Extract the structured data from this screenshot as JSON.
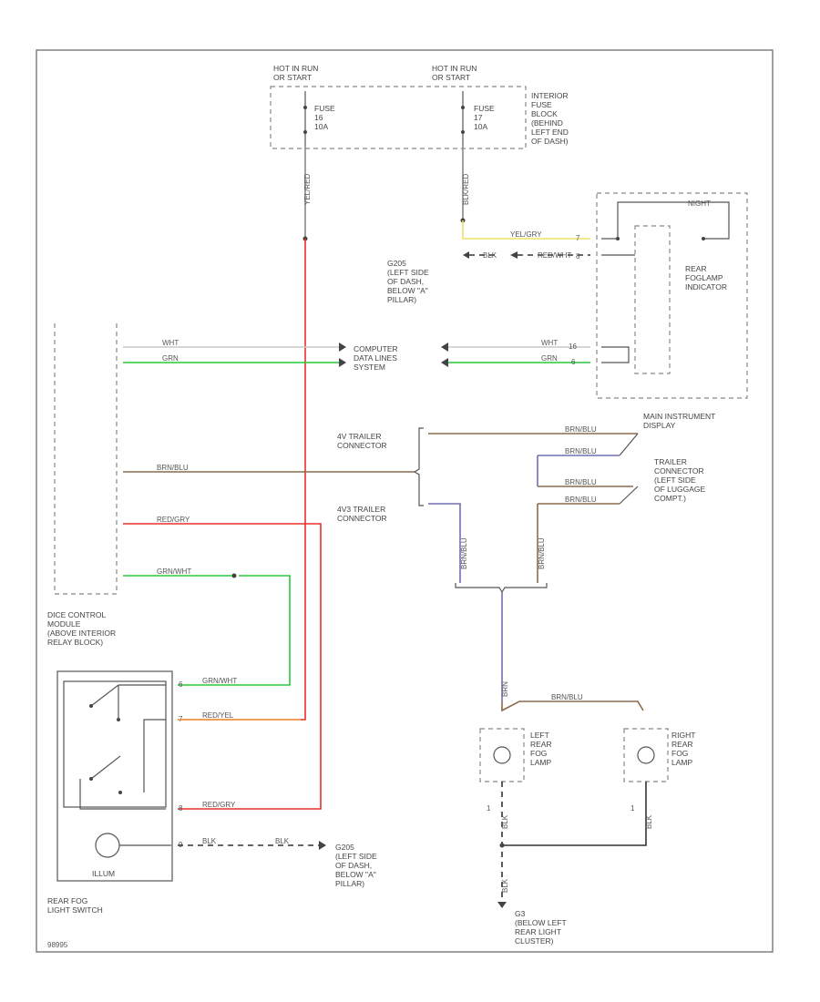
{
  "colors": {
    "red": "#e8302a",
    "green": "#28c83c",
    "yellow": "#f0e060",
    "orange": "#f0a040",
    "white_wire": "#c8c8c8",
    "brown": "#8b6a4a",
    "violet": "#7070b0",
    "black": "#333333"
  },
  "labels": {
    "hot1": "HOT IN RUN\nOR START",
    "hot2": "HOT IN RUN\nOR START",
    "fuse1": "FUSE\n16\n10A",
    "fuse2": "FUSE\n17\n10A",
    "fuse_block": "INTERIOR\nFUSE\nBLOCK\n(BEHIND\nLEFT END\nOF DASH)",
    "g_upper": "G205\n(LEFT SIDE\nOF DASH,\nBELOW \"A\"\nPILLAR)",
    "g_lower": "G205\n(LEFT SIDE\nOF DASH,\nBELOW \"A\"\nPILLAR)",
    "g_rear": "G3\n(BELOW LEFT\nREAR LIGHT\nCLUSTER)",
    "rear_foglamp_indicator": "REAR\nFOGLAMP\nINDICATOR",
    "main_instrument_display": "MAIN INSTRUMENT\nDISPLAY",
    "computer_data_lines": "COMPUTER\nDATA LINES\nSYSTEM",
    "trailer_conn_a": "4V TRAILER\nCONNECTOR",
    "trailer_conn_b": "4V3 TRAILER\nCONNECTOR",
    "trailer_conn_right": "TRAILER\nCONNECTOR\n(LEFT SIDE\nOF LUGGAGE\nCOMPT.)",
    "dice": "DICE CONTROL\nMODULE\n(ABOVE INTERIOR\nRELAY BLOCK)",
    "rear_fog_switch": "REAR FOG\nLIGHT SWITCH",
    "illum": "ILLUM",
    "left_rear_fog": "LEFT\nREAR\nFOG\nLAMP",
    "right_rear_fog": "RIGHT\nREAR\nFOG\nLAMP",
    "footer_code": "98995"
  },
  "wire_labels": {
    "w_top_a": "YEL/RED",
    "w_top_b": "BLK/RED",
    "w_yel_gry": "YEL/GRY",
    "w_blk": "BLK",
    "w_red_wht": "RED/WHT",
    "w_wht": "WHT",
    "w_grn": "GRN",
    "w_wht2": "WHT",
    "w_grn2": "GRN",
    "w_brn_blu": "BRN/BLU",
    "w_red_gry": "RED/GRY",
    "w_grn_wht": "GRN/WHT",
    "w_grn_wht2": "GRN/WHT",
    "w_red_yel": "RED/YEL",
    "w_red_gry2": "RED/GRY",
    "w_blk_sw": "BLK",
    "w_blk_sw2": "BLK",
    "w_brn_t1": "BRN/BLU",
    "w_brn_t2": "BRN/BLU",
    "w_brn_t3": "BRN/BLU",
    "w_brn_t4": "BRN/BLU",
    "w_brn_v1": "BRN/BLU",
    "w_brn_v2": "BRN/BLU",
    "w_vio": "BRN",
    "w_brn_lamps": "BRN/BLU",
    "w_blk_lamp": "BLK",
    "w_blk_lamp2": "BLK",
    "w_blk_g3": "BLK",
    "p_top": "7",
    "p_mid": "8",
    "p16": "16",
    "p6": "6",
    "p_s1": "6",
    "p_s2": "7",
    "p_s3": "8",
    "p_s4": "9",
    "p1": "1",
    "p2": "1",
    "fdr": "NIGHT"
  }
}
